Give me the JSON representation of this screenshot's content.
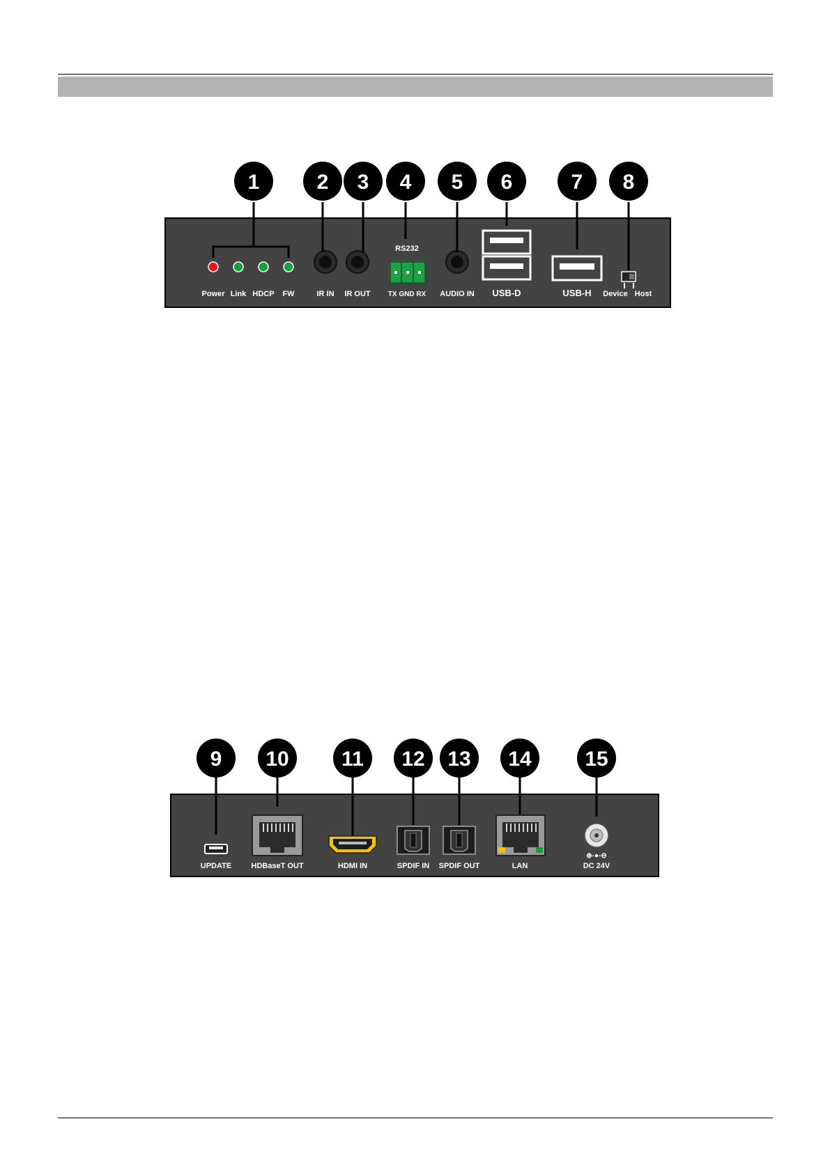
{
  "front_panel": {
    "callouts": [
      "1",
      "2",
      "3",
      "4",
      "5",
      "6",
      "7",
      "8"
    ],
    "leds": [
      "Power",
      "Link",
      "HDCP",
      "FW"
    ],
    "led_colors": [
      "#e8141e",
      "#14a03c",
      "#14a03c",
      "#14a03c"
    ],
    "ir_in": "IR IN",
    "ir_out": "IR OUT",
    "rs232_title": "RS232",
    "rs232_pins": "TX GND RX",
    "audio_in": "AUDIO IN",
    "usb_d": "USB-D",
    "usb_h": "USB-H",
    "switch_device": "Device",
    "switch_host": "Host"
  },
  "rear_panel": {
    "callouts": [
      "9",
      "10",
      "11",
      "12",
      "13",
      "14",
      "15"
    ],
    "update": "UPDATE",
    "hdbaset_out": "HDBaseT OUT",
    "hdmi_in": "HDMI IN",
    "spdif_in": "SPDIF IN",
    "spdif_out": "SPDIF OUT",
    "lan": "LAN",
    "dc": "DC 24V",
    "polarity": "⊕-●-⊖"
  },
  "colors": {
    "panel": "#434343",
    "hdmi_accent": "#f2c400",
    "terminal_green": "#1fa045",
    "header_bar": "#b3b3b3"
  }
}
